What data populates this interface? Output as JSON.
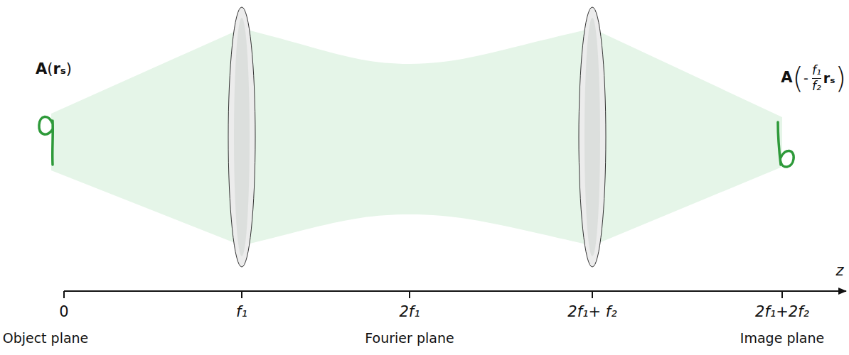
{
  "diagram": {
    "labels": [
      "A",
      "(",
      "rₛ",
      ")",
      "A",
      "(",
      "-",
      "f₁",
      "f₂",
      "rₛ",
      ")",
      "z",
      "0",
      "f₁",
      "2f₁",
      "2f₁+ f₂",
      "2f₁+2f₂",
      "Object plane",
      "Fourier plane",
      "Image plane"
    ]
  }
}
